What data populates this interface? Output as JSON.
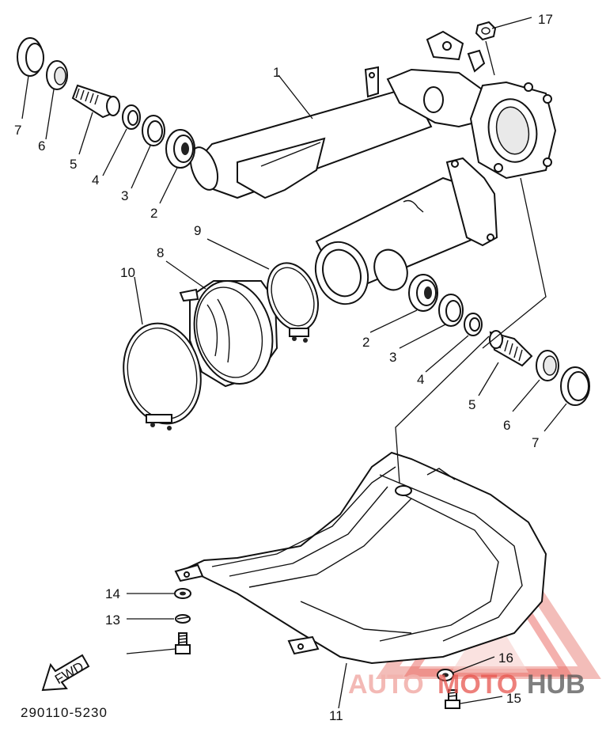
{
  "part_callouts": {
    "c1": "1",
    "c2a": "2",
    "c3a": "3",
    "c4a": "4",
    "c5a": "5",
    "c6a": "6",
    "c7a": "7",
    "c2b": "2",
    "c3b": "3",
    "c4b": "4",
    "c5b": "5",
    "c6b": "6",
    "c7b": "7",
    "c8": "8",
    "c9": "9",
    "c10": "10",
    "c11": "11",
    "c13": "13",
    "c14": "14",
    "c15": "15",
    "c16": "16",
    "c17": "17"
  },
  "direction_label": "FWD",
  "drawing_code": "290110-5230",
  "watermark": {
    "word_a": "AUTO",
    "word_b": "MOTO",
    "word_c": "HUB",
    "colors": {
      "primary": "#e8564f",
      "secondary": "#f2b2ad",
      "gray": "#555555"
    }
  }
}
